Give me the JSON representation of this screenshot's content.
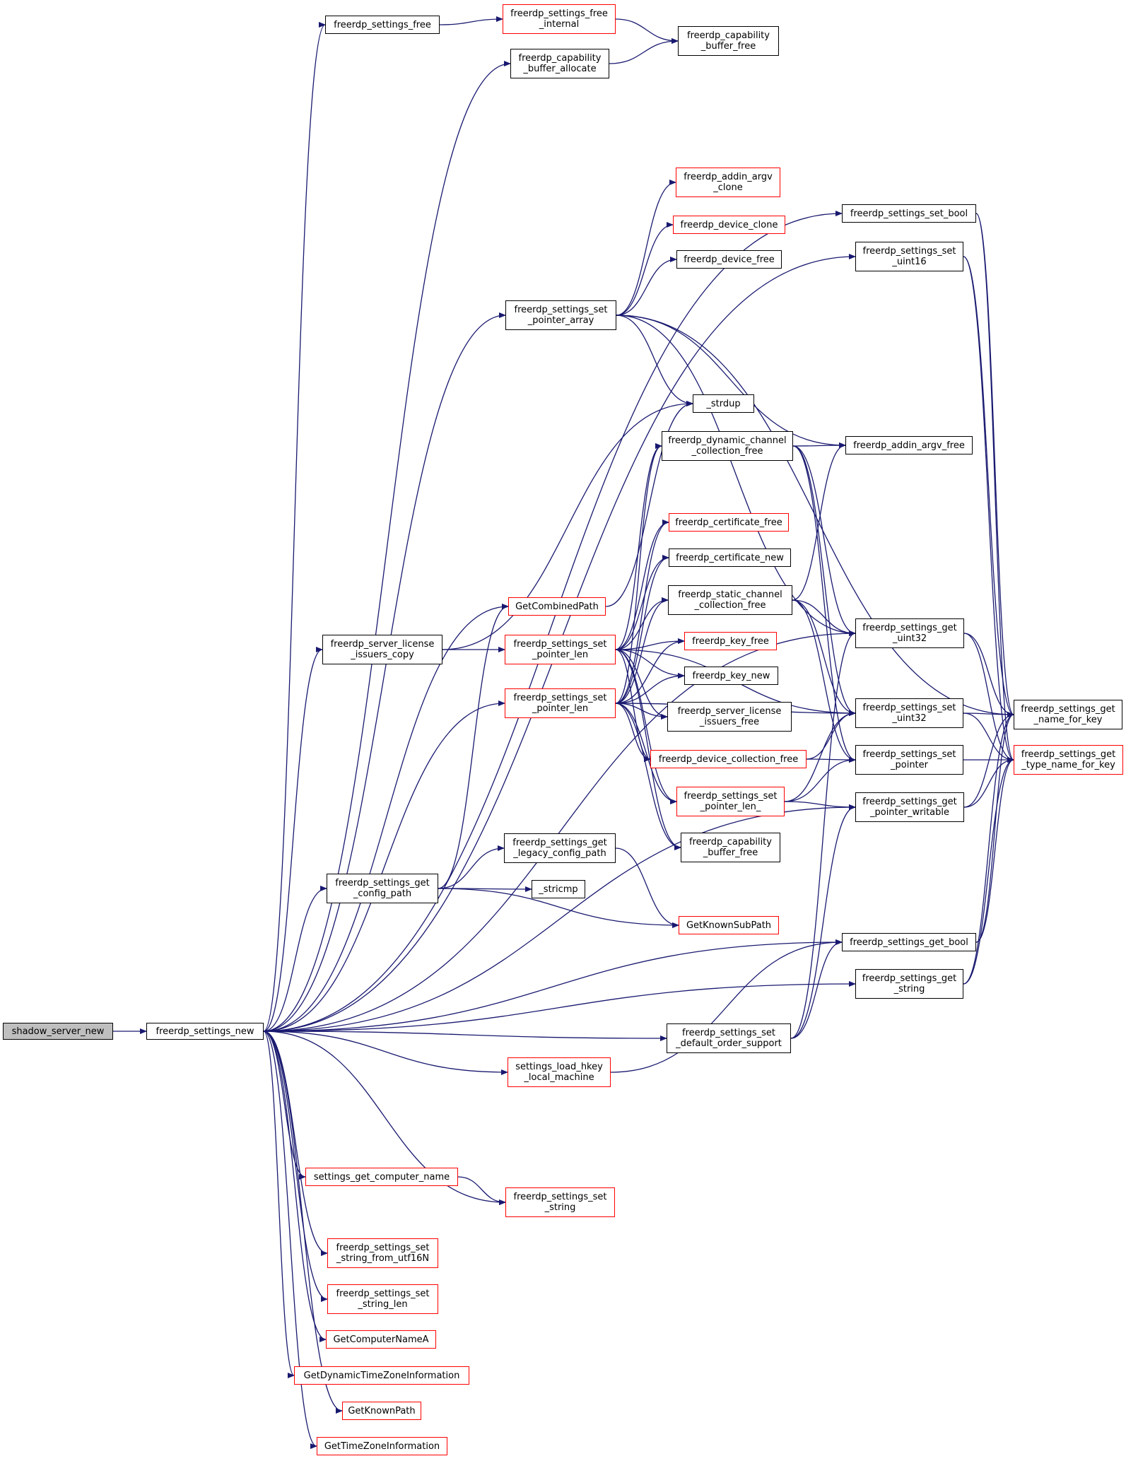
{
  "graph": {
    "nodes": [
      {
        "id": "root",
        "lines": [
          "shadow_server_new"
        ],
        "style": "root"
      },
      {
        "id": "new",
        "lines": [
          "freerdp_settings_new"
        ],
        "style": "black"
      },
      {
        "id": "sfree",
        "lines": [
          "freerdp_settings_free"
        ],
        "style": "black"
      },
      {
        "id": "sfreei",
        "lines": [
          "freerdp_settings_free",
          "_internal"
        ],
        "style": "red"
      },
      {
        "id": "capalloc",
        "lines": [
          "freerdp_capability",
          "_buffer_allocate"
        ],
        "style": "black"
      },
      {
        "id": "capfree1",
        "lines": [
          "freerdp_capability",
          "_buffer_free"
        ],
        "style": "black"
      },
      {
        "id": "argvclone",
        "lines": [
          "freerdp_addin_argv",
          "_clone"
        ],
        "style": "red"
      },
      {
        "id": "devclone",
        "lines": [
          "freerdp_device_clone"
        ],
        "style": "red"
      },
      {
        "id": "devfree",
        "lines": [
          "freerdp_device_free"
        ],
        "style": "black"
      },
      {
        "id": "spa",
        "lines": [
          "freerdp_settings_set",
          "_pointer_array"
        ],
        "style": "black"
      },
      {
        "id": "strdup",
        "lines": [
          "_strdup"
        ],
        "style": "black"
      },
      {
        "id": "setbool",
        "lines": [
          "freerdp_settings_set_bool"
        ],
        "style": "black"
      },
      {
        "id": "setu16",
        "lines": [
          "freerdp_settings_set",
          "_uint16"
        ],
        "style": "black"
      },
      {
        "id": "dynfree",
        "lines": [
          "freerdp_dynamic_channel",
          "_collection_free"
        ],
        "style": "black"
      },
      {
        "id": "argvfree",
        "lines": [
          "freerdp_addin_argv_free"
        ],
        "style": "black"
      },
      {
        "id": "certfree",
        "lines": [
          "freerdp_certificate_free"
        ],
        "style": "red"
      },
      {
        "id": "certnew",
        "lines": [
          "freerdp_certificate_new"
        ],
        "style": "black"
      },
      {
        "id": "statfree",
        "lines": [
          "freerdp_static_channel",
          "_collection_free"
        ],
        "style": "black"
      },
      {
        "id": "combined",
        "lines": [
          "GetCombinedPath"
        ],
        "style": "red"
      },
      {
        "id": "slic",
        "lines": [
          "freerdp_server_license",
          "_issuers_copy"
        ],
        "style": "black"
      },
      {
        "id": "spl1",
        "lines": [
          "freerdp_settings_set",
          "_pointer_len"
        ],
        "style": "red"
      },
      {
        "id": "spl2",
        "lines": [
          "freerdp_settings_set",
          "_pointer_len"
        ],
        "style": "red"
      },
      {
        "id": "keyfree",
        "lines": [
          "freerdp_key_free"
        ],
        "style": "red"
      },
      {
        "id": "keynew",
        "lines": [
          "freerdp_key_new"
        ],
        "style": "black"
      },
      {
        "id": "licfree",
        "lines": [
          "freerdp_server_license",
          "_issuers_free"
        ],
        "style": "black"
      },
      {
        "id": "getu32",
        "lines": [
          "freerdp_settings_get",
          "_uint32"
        ],
        "style": "black"
      },
      {
        "id": "setu32",
        "lines": [
          "freerdp_settings_set",
          "_uint32"
        ],
        "style": "black"
      },
      {
        "id": "devcolfree",
        "lines": [
          "freerdp_device_collection_free"
        ],
        "style": "red"
      },
      {
        "id": "setptr",
        "lines": [
          "freerdp_settings_set",
          "_pointer"
        ],
        "style": "black"
      },
      {
        "id": "splu",
        "lines": [
          "freerdp_settings_set",
          "_pointer_len_"
        ],
        "style": "red"
      },
      {
        "id": "getpw",
        "lines": [
          "freerdp_settings_get",
          "_pointer_writable"
        ],
        "style": "black"
      },
      {
        "id": "capfree2",
        "lines": [
          "freerdp_capability",
          "_buffer_free"
        ],
        "style": "black"
      },
      {
        "id": "getname",
        "lines": [
          "freerdp_settings_get",
          "_name_for_key"
        ],
        "style": "black"
      },
      {
        "id": "gettype",
        "lines": [
          "freerdp_settings_get",
          "_type_name_for_key"
        ],
        "style": "red"
      },
      {
        "id": "legacy",
        "lines": [
          "freerdp_settings_get",
          "_legacy_config_path"
        ],
        "style": "black"
      },
      {
        "id": "cfgpath",
        "lines": [
          "freerdp_settings_get",
          "_config_path"
        ],
        "style": "black"
      },
      {
        "id": "stricmp",
        "lines": [
          "_stricmp"
        ],
        "style": "black"
      },
      {
        "id": "knownsub",
        "lines": [
          "GetKnownSubPath"
        ],
        "style": "red"
      },
      {
        "id": "getbool",
        "lines": [
          "freerdp_settings_get_bool"
        ],
        "style": "black"
      },
      {
        "id": "getstr",
        "lines": [
          "freerdp_settings_get",
          "_string"
        ],
        "style": "black"
      },
      {
        "id": "defsup",
        "lines": [
          "freerdp_settings_set",
          "_default_order_support"
        ],
        "style": "black"
      },
      {
        "id": "hkey",
        "lines": [
          "settings_load_hkey",
          "_local_machine"
        ],
        "style": "red"
      },
      {
        "id": "compname",
        "lines": [
          "settings_get_computer_name"
        ],
        "style": "red"
      },
      {
        "id": "setstr",
        "lines": [
          "freerdp_settings_set",
          "_string"
        ],
        "style": "red"
      },
      {
        "id": "strutf",
        "lines": [
          "freerdp_settings_set",
          "_string_from_utf16N"
        ],
        "style": "red"
      },
      {
        "id": "strlen",
        "lines": [
          "freerdp_settings_set",
          "_string_len"
        ],
        "style": "red"
      },
      {
        "id": "gcna",
        "lines": [
          "GetComputerNameA"
        ],
        "style": "red"
      },
      {
        "id": "gdtzi",
        "lines": [
          "GetDynamicTimeZoneInformation"
        ],
        "style": "red"
      },
      {
        "id": "gkp",
        "lines": [
          "GetKnownPath"
        ],
        "style": "red"
      },
      {
        "id": "gtzi",
        "lines": [
          "GetTimeZoneInformation"
        ],
        "style": "red"
      }
    ],
    "edges": [
      [
        "root",
        "new"
      ],
      [
        "new",
        "sfree"
      ],
      [
        "new",
        "capalloc"
      ],
      [
        "new",
        "setbool"
      ],
      [
        "new",
        "setu16"
      ],
      [
        "new",
        "spa"
      ],
      [
        "new",
        "slic"
      ],
      [
        "new",
        "combined"
      ],
      [
        "new",
        "spl2"
      ],
      [
        "new",
        "cfgpath"
      ],
      [
        "new",
        "getu32"
      ],
      [
        "new",
        "getpw"
      ],
      [
        "new",
        "defsup"
      ],
      [
        "new",
        "hkey"
      ],
      [
        "new",
        "getbool"
      ],
      [
        "new",
        "getstr"
      ],
      [
        "new",
        "compname"
      ],
      [
        "new",
        "setstr"
      ],
      [
        "new",
        "strutf"
      ],
      [
        "new",
        "strlen"
      ],
      [
        "new",
        "gcna"
      ],
      [
        "new",
        "gdtzi"
      ],
      [
        "new",
        "gkp"
      ],
      [
        "new",
        "gtzi"
      ],
      [
        "sfree",
        "sfreei"
      ],
      [
        "sfreei",
        "capfree1"
      ],
      [
        "capalloc",
        "capfree1"
      ],
      [
        "spa",
        "argvclone"
      ],
      [
        "spa",
        "devclone"
      ],
      [
        "spa",
        "devfree"
      ],
      [
        "spa",
        "strdup"
      ],
      [
        "spa",
        "argvfree"
      ],
      [
        "spa",
        "getu32"
      ],
      [
        "spa",
        "getname"
      ],
      [
        "setbool",
        "getname"
      ],
      [
        "setbool",
        "gettype"
      ],
      [
        "setu16",
        "getname"
      ],
      [
        "setu16",
        "gettype"
      ],
      [
        "slic",
        "strdup"
      ],
      [
        "slic",
        "spl1"
      ],
      [
        "spl1",
        "dynfree"
      ],
      [
        "spl1",
        "certfree"
      ],
      [
        "spl1",
        "certnew"
      ],
      [
        "spl1",
        "statfree"
      ],
      [
        "spl1",
        "keyfree"
      ],
      [
        "spl1",
        "keynew"
      ],
      [
        "spl1",
        "licfree"
      ],
      [
        "spl1",
        "devcolfree"
      ],
      [
        "spl1",
        "splu"
      ],
      [
        "spl1",
        "capfree2"
      ],
      [
        "spl1",
        "setu32"
      ],
      [
        "spl2",
        "dynfree"
      ],
      [
        "spl2",
        "certfree"
      ],
      [
        "spl2",
        "certnew"
      ],
      [
        "spl2",
        "statfree"
      ],
      [
        "spl2",
        "keyfree"
      ],
      [
        "spl2",
        "keynew"
      ],
      [
        "spl2",
        "licfree"
      ],
      [
        "spl2",
        "devcolfree"
      ],
      [
        "spl2",
        "splu"
      ],
      [
        "spl2",
        "capfree2"
      ],
      [
        "spl2",
        "setu32"
      ],
      [
        "combined",
        "strdup"
      ],
      [
        "dynfree",
        "argvfree"
      ],
      [
        "dynfree",
        "getu32"
      ],
      [
        "dynfree",
        "setu32"
      ],
      [
        "dynfree",
        "setptr"
      ],
      [
        "statfree",
        "argvfree"
      ],
      [
        "statfree",
        "getu32"
      ],
      [
        "statfree",
        "setu32"
      ],
      [
        "statfree",
        "setptr"
      ],
      [
        "devcolfree",
        "setu32"
      ],
      [
        "devcolfree",
        "setptr"
      ],
      [
        "splu",
        "setu32"
      ],
      [
        "splu",
        "setptr"
      ],
      [
        "splu",
        "getpw"
      ],
      [
        "getu32",
        "getname"
      ],
      [
        "getu32",
        "gettype"
      ],
      [
        "setu32",
        "getname"
      ],
      [
        "setu32",
        "gettype"
      ],
      [
        "setptr",
        "gettype"
      ],
      [
        "getpw",
        "getname"
      ],
      [
        "getpw",
        "gettype"
      ],
      [
        "cfgpath",
        "legacy"
      ],
      [
        "cfgpath",
        "stricmp"
      ],
      [
        "cfgpath",
        "knownsub"
      ],
      [
        "cfgpath",
        "combined"
      ],
      [
        "legacy",
        "knownsub"
      ],
      [
        "getbool",
        "getname"
      ],
      [
        "getbool",
        "gettype"
      ],
      [
        "getstr",
        "getname"
      ],
      [
        "getstr",
        "gettype"
      ],
      [
        "defsup",
        "getbool"
      ],
      [
        "defsup",
        "getpw"
      ],
      [
        "defsup",
        "getu32"
      ],
      [
        "hkey",
        "getbool"
      ],
      [
        "compname",
        "setstr"
      ]
    ]
  },
  "colors": {
    "edge": "#191970",
    "node_border": "#000000",
    "node_border_link": "#ff0000",
    "root_fill": "#bfbfbf"
  }
}
